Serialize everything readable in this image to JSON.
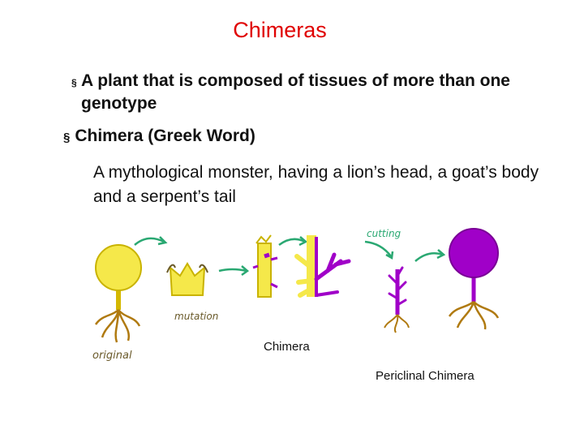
{
  "slide": {
    "title": "Chimeras",
    "bullets": [
      {
        "marker": "§",
        "text": "A plant that is composed of tissues of more than one genotype"
      },
      {
        "marker": "§",
        "text": "Chimera (Greek Word)"
      }
    ],
    "description": "A mythological monster, having a lion’s head, a goat’s body and a serpent’s tail",
    "captions": {
      "chimera": "Chimera",
      "periclinal": "Periclinal Chimera"
    }
  },
  "illustration": {
    "labels": {
      "original": "original",
      "mutation": "mutation",
      "cutting": "cutting"
    },
    "colors": {
      "yellow": "#f5e84a",
      "purple": "#a000c8",
      "root": "#b07a10",
      "arrow": "#2aa872",
      "title": "#e00000"
    }
  }
}
